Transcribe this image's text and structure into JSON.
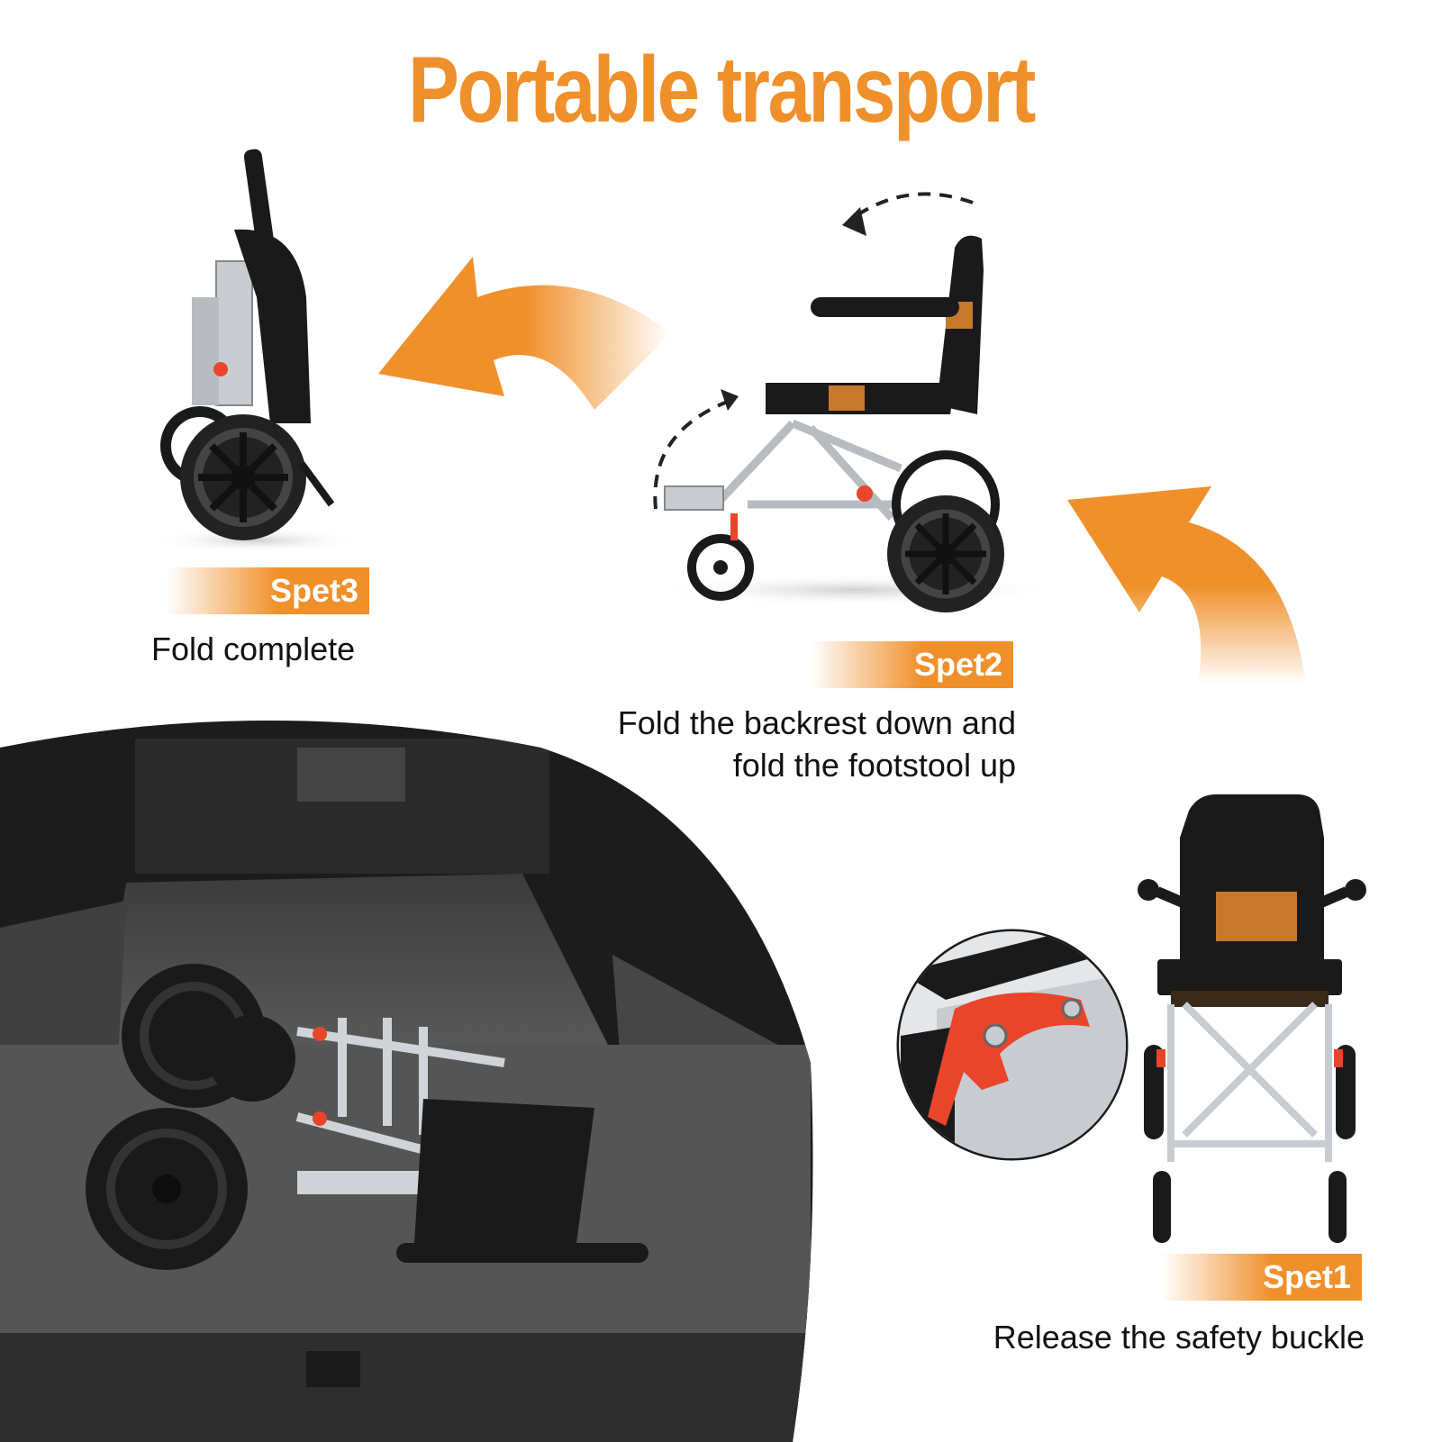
{
  "title": "Portable transport",
  "colors": {
    "accent": "#F0902B",
    "text": "#111111",
    "frame": "#1a1a1a",
    "metal": "#c8ccd0",
    "carpet": "#4a4a4a",
    "lever": "#E8452A"
  },
  "steps": [
    {
      "badge": "Spet1",
      "description": "Release the safety buckle"
    },
    {
      "badge": "Spet2",
      "description_line1": "Fold the backrest down and",
      "description_line2": "fold the footstool up"
    },
    {
      "badge": "Spet3",
      "description": "Fold complete"
    }
  ],
  "icons": [
    "curved-arrow-left-icon",
    "curved-arrow-up-icon",
    "dashed-rotate-arrow-icon",
    "folded-wheelchair-image",
    "wheelchair-side-image",
    "wheelchair-front-image",
    "buckle-closeup-image",
    "car-trunk-photo"
  ]
}
